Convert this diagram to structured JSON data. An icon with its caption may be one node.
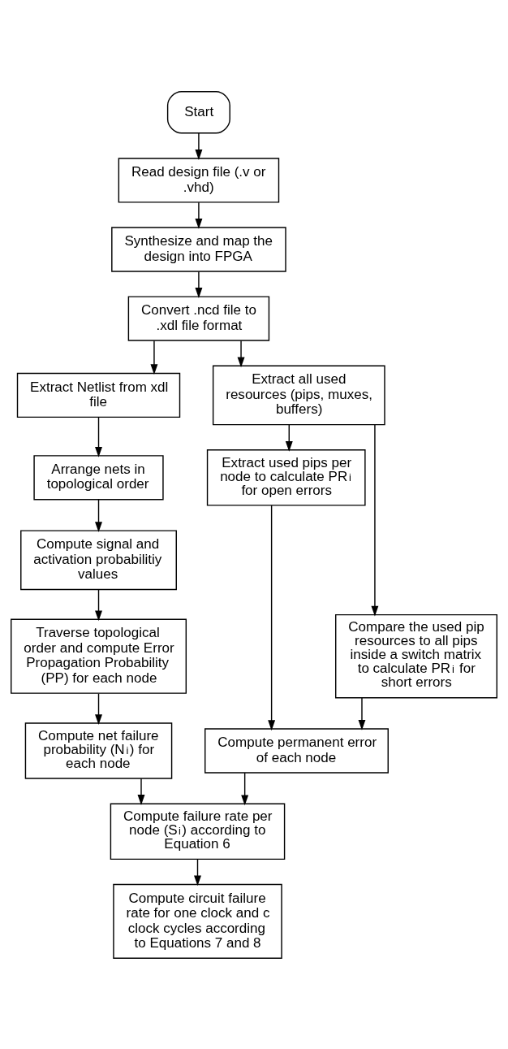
{
  "diagram": {
    "nodes": [
      {
        "text": [
          "Start"
        ]
      },
      {
        "text": [
          "Read design file (.v or .vhd)"
        ]
      },
      {
        "text": [
          "Synthesize and map the design into FPGA"
        ]
      },
      {
        "text": [
          "Convert .ncd file to .xdl file format"
        ]
      },
      {
        "text": [
          "Extract Netlist from xdl file"
        ]
      },
      {
        "text": [
          "Extract all used resources (pips, muxes, buffers)"
        ]
      },
      {
        "text": [
          "Arrange nets in topological order"
        ]
      },
      {
        "text": [
          "Extract used pips per node to calculate PR$_{i}$ for open errors"
        ]
      },
      {
        "text": [
          "Compute signal and activation probabilitiy values"
        ]
      },
      {
        "text": [
          "Compare the used pip resources to all pips inside a switch matrix to calculate PR$_{i}$ for short errors"
        ]
      },
      {
        "text": [
          "Traverse topological order and compute Error Propagation Probability (PP) for each node"
        ]
      },
      {
        "text": [
          "Compute net failure probability (N$_{i}$) for each node"
        ]
      },
      {
        "text": [
          "Compute permanent error of each node"
        ]
      },
      {
        "text": [
          "Compute failure rate per node (S$_{i}$) according to Equation 6"
        ]
      },
      {
        "text": [
          "Compute circuit failure rate for one clock and c clock cycles according to Equations 7 and 8"
        ]
      }
    ],
    "edges": [
      {
        "from": 0,
        "to": 1,
        "arrow": "to"
      },
      {
        "from": 1,
        "to": 2,
        "arrow": "to"
      },
      {
        "from": 2,
        "to": 3,
        "arrow": "to"
      },
      {
        "from": 3,
        "to": 4,
        "arrow": "to"
      },
      {
        "from": 3,
        "to": 5,
        "arrow": "to"
      },
      {
        "from": 4,
        "to": 6,
        "arrow": "to"
      },
      {
        "from": 6,
        "to": 8,
        "arrow": "to"
      },
      {
        "from": 8,
        "to": 10,
        "arrow": "to"
      },
      {
        "from": 10,
        "to": 11,
        "arrow": "to"
      },
      {
        "from": 5,
        "to": 7,
        "arrow": "to"
      },
      {
        "from": 5,
        "to": 9,
        "arrow": "to"
      },
      {
        "from": 7,
        "to": 12,
        "arrow": "to"
      },
      {
        "from": 9,
        "to": 12,
        "arrow": "to"
      },
      {
        "from": 11,
        "to": 13,
        "arrow": "to"
      },
      {
        "from": 12,
        "to": 13,
        "arrow": "to"
      },
      {
        "from": 13,
        "to": 14,
        "arrow": "to"
      }
    ]
  }
}
